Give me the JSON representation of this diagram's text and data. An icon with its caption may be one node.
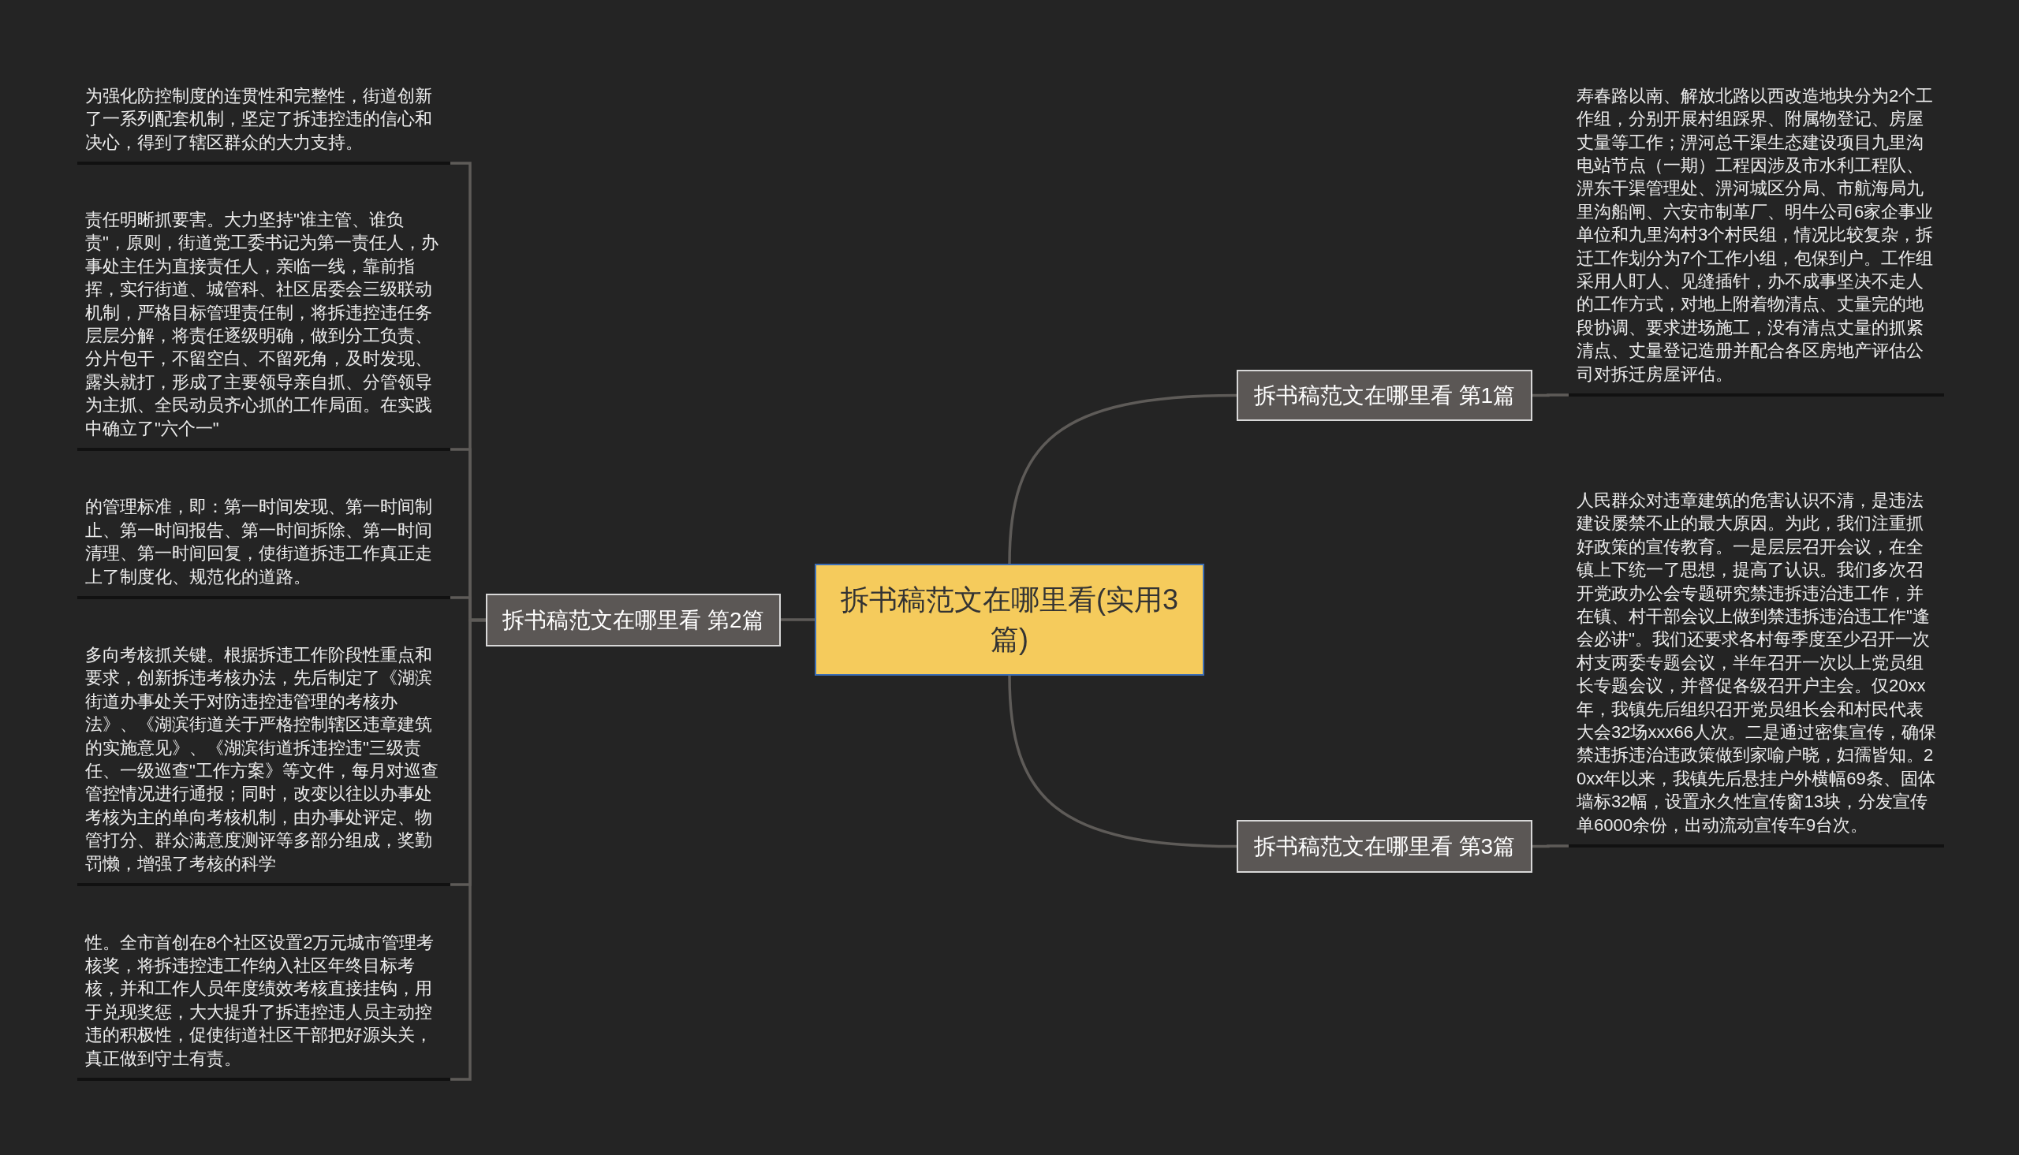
{
  "diagram": {
    "nodes": [
      {
        "text": [
          "拆书稿范文在哪里看(实用3篇)"
        ]
      },
      {
        "text": [
          "拆书稿范文在哪里看 第1篇"
        ]
      },
      {
        "text": [
          "寿春路以南、解放北路以西改造地块分为2个工作组，分别开展村组踩界、附属物登记、房屋丈量等工作；淠河总干渠生态建设项目九里沟电站节点（一期）工程因涉及市水利工程队、淠东干渠管理处、淠河城区分局、市航海局九里沟船闸、六安市制革厂、明牛公司6家企事业单位和九里沟村3个村民组，情况比较复杂，拆迁工作划分为7个工作小组，包保到户。工作组采用人盯人、见缝插针，办不成事坚决不走人的工作方式，对地上附着物清点、丈量完的地段协调、要求进场施工，没有清点丈量的抓紧清点、丈量登记造册并配合各区房地产评估公司对拆迁房屋评估。"
        ]
      },
      {
        "text": [
          "拆书稿范文在哪里看 第2篇"
        ]
      },
      {
        "text": [
          "为强化防控制度的连贯性和完整性，街道创新了一系列配套机制，坚定了拆违控违的信心和决心，得到了辖区群众的大力支持。"
        ]
      },
      {
        "text": [
          "责任明晰抓要害。大力坚持\"谁主管、谁负责\"，原则，街道党工委书记为第一责任人，办事处主任为直接责任人，亲临一线，靠前指挥，实行街道、城管科、社区居委会三级联动机制，严格目标管理责任制，将拆违控违任务层层分解，将责任逐级明确，做到分工负责、分片包干，不留空白、不留死角，及时发现、露头就打，形成了主要领导亲自抓、分管领导为主抓、全民动员齐心抓的工作局面。在实践中确立了\"六个一\""
        ]
      },
      {
        "text": [
          "的管理标准，即：第一时间发现、第一时间制止、第一时间报告、第一时间拆除、第一时间清理、第一时间回复，使街道拆违工作真正走上了制度化、规范化的道路。"
        ]
      },
      {
        "text": [
          "多向考核抓关键。根据拆违工作阶段性重点和要求，创新拆违考核办法，先后制定了《湖滨街道办事处关于对防违控违管理的考核办法》、《湖滨街道关于严格控制辖区违章建筑的实施意见》、《湖滨街道拆违控违\"三级责任、一级巡查\"工作方案》等文件，每月对巡查管控情况进行通报；同时，改变以往以办事处考核为主的单向考核机制，由办事处评定、物管打分、群众满意度测评等多部分组成，奖勤罚懒，增强了考核的科学"
        ]
      },
      {
        "text": [
          "性。全市首创在8个社区设置2万元城市管理考核奖，将拆违控违工作纳入社区年终目标考核，并和工作人员年度绩效考核直接挂钩，用于兑现奖惩，大大提升了拆违控违人员主动控违的积极性，促使街道社区干部把好源头关，真正做到守土有责。"
        ]
      },
      {
        "text": [
          "拆书稿范文在哪里看 第3篇"
        ]
      },
      {
        "text": [
          "人民群众对违章建筑的危害认识不清，是违法建设屡禁不止的最大原因。为此，我们注重抓好政策的宣传教育。一是层层召开会议，在全镇上下统一了思想，提高了认识。我们多次召开党政办公会专题研究禁违拆违治违工作，并在镇、村干部会议上做到禁违拆违治违工作\"逢会必讲\"。我们还要求各村每季度至少召开一次村支两委专题会议，半年召开一次以上党员组长专题会议，并督促各级召开户主会。仅20xx年，我镇先后组织召开党员组长会和村民代表大会32场xxx66人次。二是通过密集宣传，确保禁违拆违治违政策做到家喻户晓，妇孺皆知。20xx年以来，我镇先后悬挂户外横幅69条、固体墙标32幅，设置永久性宣传窗13块，分发宣传单6000余份，出动流动宣传车9台次。"
        ]
      }
    ],
    "edges": [
      {
        "from": 0,
        "to": 1,
        "arrow": "none"
      },
      {
        "from": 1,
        "to": 2,
        "arrow": "none"
      },
      {
        "from": 0,
        "to": 3,
        "arrow": "none"
      },
      {
        "from": 3,
        "to": 4,
        "arrow": "none"
      },
      {
        "from": 3,
        "to": 5,
        "arrow": "none"
      },
      {
        "from": 3,
        "to": 6,
        "arrow": "none"
      },
      {
        "from": 3,
        "to": 7,
        "arrow": "none"
      },
      {
        "from": 3,
        "to": 8,
        "arrow": "none"
      },
      {
        "from": 0,
        "to": 9,
        "arrow": "none"
      },
      {
        "from": 9,
        "to": 10,
        "arrow": "none"
      }
    ]
  }
}
